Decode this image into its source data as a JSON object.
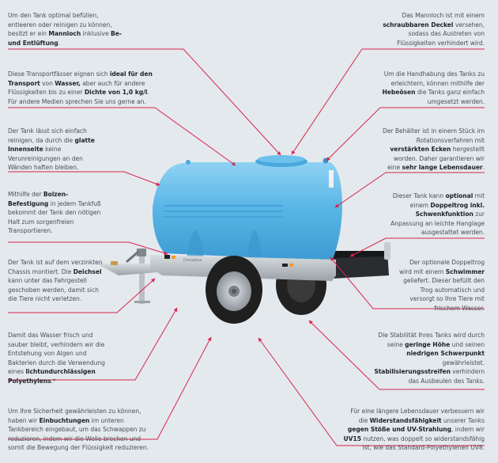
{
  "accent_color": "#d9254e",
  "tank_color": "#5fb8e6",
  "tank_brand_label": "Dunsplus",
  "callouts": {
    "left": [
      {
        "id": "mannloch",
        "parts": [
          {
            "t": "Um den Tank optimal befüllen, entleeren oder reinigen zu können, besitzt er ein "
          },
          {
            "b": "Mannloch"
          },
          {
            "t": " inklusive "
          },
          {
            "b": "Be- und Entlüftung"
          },
          {
            "t": "."
          }
        ]
      },
      {
        "id": "transport",
        "parts": [
          {
            "t": "Diese Transportfässer eignen sich "
          },
          {
            "b": "ideal für den Transport"
          },
          {
            "t": " von "
          },
          {
            "b": "Wasser,"
          },
          {
            "t": " aber auch für andere Flüssigkeiten bis zu einer "
          },
          {
            "b": "Dichte von 1,0 kg/l"
          },
          {
            "t": ". Für andere Medien sprechen Sie uns gerne an."
          }
        ]
      },
      {
        "id": "innenseite",
        "parts": [
          {
            "t": "Der Tank lässt sich einfach reinigen, da durch die "
          },
          {
            "b": "glatte Innenseite"
          },
          {
            "t": " keine Verunreinigungen an den Wänden haften bleiben."
          }
        ]
      },
      {
        "id": "bolzen",
        "parts": [
          {
            "t": "Mithilfe der "
          },
          {
            "b": "Bolzen-Befestigung"
          },
          {
            "t": " in jedem Tankfuß bekommt der Tank den nötigen Halt zum sorgenfreien Transportieren."
          }
        ]
      },
      {
        "id": "deichsel",
        "parts": [
          {
            "t": "Der Tank ist auf dem verzinkten Chassis montiert. Die "
          },
          {
            "b": "Deichsel"
          },
          {
            "t": " kann unter das Fahrgestell geschoben werden, damit sich die Tiere nicht verletzen."
          }
        ]
      },
      {
        "id": "polyethylen",
        "parts": [
          {
            "t": "Damit das Wasser frisch und sauber bleibt, verhindern wir die Entstehung von Algen und Bakterien durch die Verwendung eines "
          },
          {
            "b": "lichtundurchlässigen Polyethylens"
          },
          {
            "t": ".*"
          }
        ]
      },
      {
        "id": "einbuchtungen",
        "parts": [
          {
            "t": "Um Ihre Sicherheit gewährleisten zu können, haben wir "
          },
          {
            "b": "Einbuchtungen"
          },
          {
            "t": " im unteren Tankbereich eingebaut, um das Schwappen zu reduzieren, indem wir die Welle brechen und somit die Bewegung der Flüssigkeit reduzieren."
          }
        ]
      }
    ],
    "right": [
      {
        "id": "deckel",
        "parts": [
          {
            "t": "Das Mannloch ist mit einem "
          },
          {
            "b": "schraubbaren Deckel"
          },
          {
            "t": " versehen, sodass das Austreten von Flüssigkeiten verhindert wird."
          }
        ]
      },
      {
        "id": "hebeoesen",
        "parts": [
          {
            "t": "Um die Handhabung des Tanks zu erleichtern, können mithilfe der "
          },
          {
            "b": "Hebeösen"
          },
          {
            "t": " die Tanks ganz einfach umgesetzt werden."
          }
        ]
      },
      {
        "id": "ecken",
        "parts": [
          {
            "t": "Der Behälter ist in einem Stück im Rotationsverfahren mit "
          },
          {
            "b": "verstärkten Ecken"
          },
          {
            "t": " hergestellt worden. Daher garantieren wir eine "
          },
          {
            "b": "sehr lange Lebensdauer"
          },
          {
            "t": "."
          }
        ]
      },
      {
        "id": "doppeltrog",
        "parts": [
          {
            "t": "Dieser Tank kann "
          },
          {
            "b": "optional"
          },
          {
            "t": " mit einem "
          },
          {
            "b": "Doppeltrog inkl. Schwenkfunktion"
          },
          {
            "t": " zur Anpassung an leichte Hanglage ausgestattet werden."
          }
        ]
      },
      {
        "id": "schwimmer",
        "parts": [
          {
            "t": "Der optionale Doppeltrog wird mit einem "
          },
          {
            "b": "Schwimmer"
          },
          {
            "t": " geliefert. Dieser befüllt den Trog automatisch und versorgt so Ihre Tiere mit frischem Wasser."
          }
        ]
      },
      {
        "id": "stabilitaet",
        "parts": [
          {
            "t": "Die Stabilität Ihres Tanks wird durch seine "
          },
          {
            "b": "geringe Höhe"
          },
          {
            "t": " und seinen "
          },
          {
            "b": "niedrigen Schwerpunkt"
          },
          {
            "t": " gewährleistet. "
          },
          {
            "b": "Stabilisierungsstreifen"
          },
          {
            "t": " verhindern das Ausbeulen des Tanks."
          }
        ]
      },
      {
        "id": "uv15",
        "parts": [
          {
            "t": "Für eine längere Lebensdauer verbessern wir die "
          },
          {
            "b": "Widerstandsfähigkeit"
          },
          {
            "t": " unserer Tanks "
          },
          {
            "b": "gegen Stöße und UV-Strahlung"
          },
          {
            "t": ", indem wir "
          },
          {
            "b": "UV15"
          },
          {
            "t": " nutzen, was doppelt so widerstandsfähig ist, wie das Standard-Polyethylenen UV8."
          }
        ]
      }
    ]
  }
}
